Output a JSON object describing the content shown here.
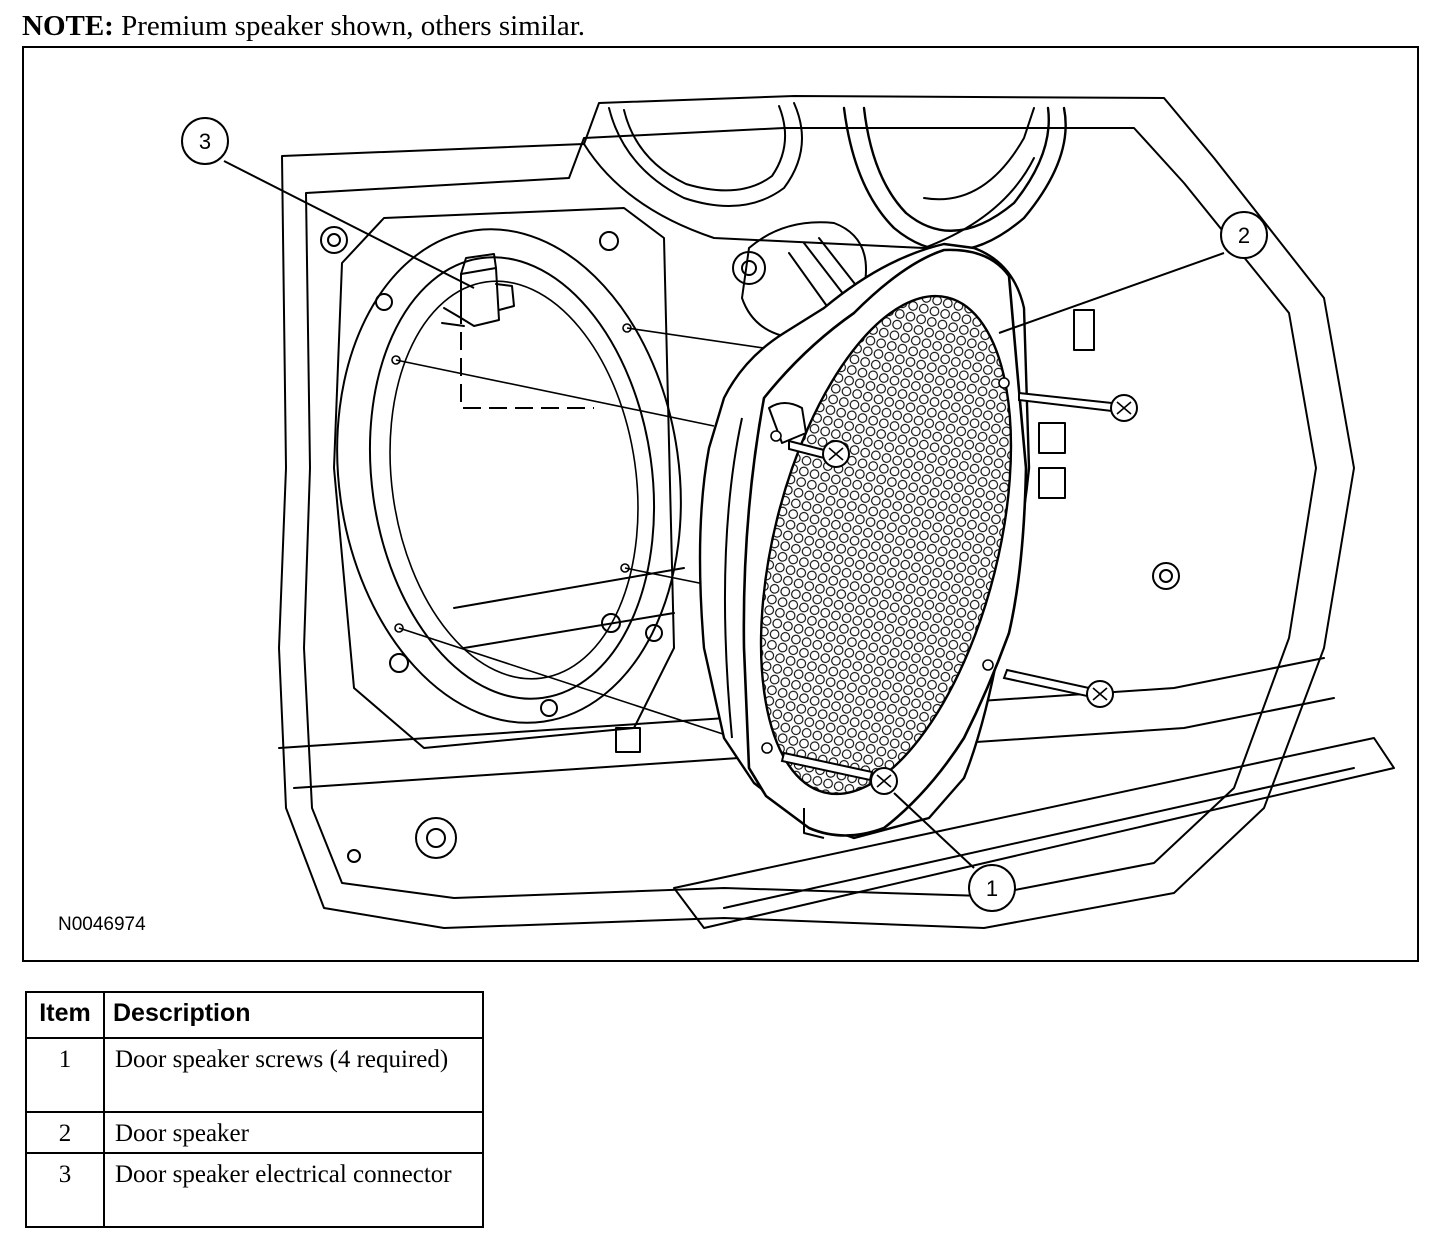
{
  "note": {
    "label": "NOTE:",
    "text": " Premium speaker shown, others similar."
  },
  "figure": {
    "id": "N0046974",
    "callouts": [
      "1",
      "2",
      "3"
    ]
  },
  "legend": {
    "headers": {
      "item": "Item",
      "description": "Description"
    },
    "rows": [
      {
        "item": "1",
        "description": "Door speaker screws (4 required)"
      },
      {
        "item": "2",
        "description": "Door speaker"
      },
      {
        "item": "3",
        "description": "Door speaker electrical connector"
      }
    ]
  }
}
